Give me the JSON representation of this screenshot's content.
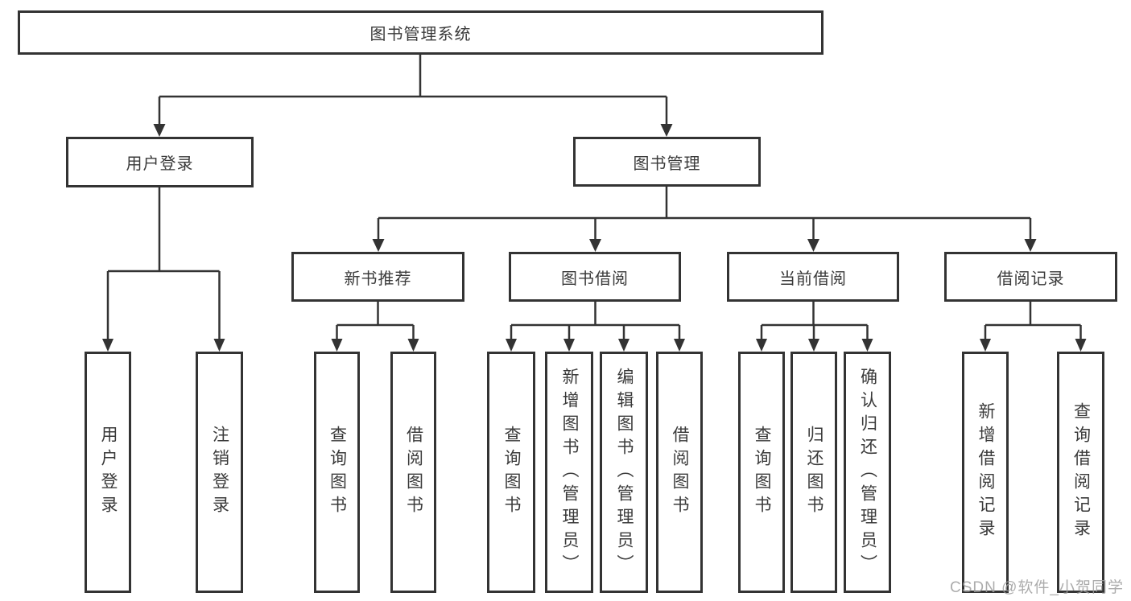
{
  "diagram": {
    "root": "图书管理系统",
    "level2": {
      "user_login": "用户登录",
      "book_mgmt": "图书管理"
    },
    "user_login_children": [
      "用户登录",
      "注销登录"
    ],
    "book_mgmt_sections": [
      {
        "label": "新书推荐",
        "children": [
          "查询图书",
          "借阅图书"
        ]
      },
      {
        "label": "图书借阅",
        "children": [
          "查询图书",
          "新增图书（管理员）",
          "编辑图书（管理员）",
          "借阅图书"
        ]
      },
      {
        "label": "当前借阅",
        "children": [
          "查询图书",
          "归还图书",
          "确认归还（管理员）"
        ]
      },
      {
        "label": "借阅记录",
        "children": [
          "新增借阅记录",
          "查询借阅记录"
        ]
      }
    ]
  },
  "watermark": "CSDN @软件_小贺同学",
  "colors": {
    "line": "#333333",
    "text": "#3a3a3a",
    "box_background": "#ffffff",
    "page_background": "#ffffff",
    "watermark": "#9e9e9e"
  }
}
